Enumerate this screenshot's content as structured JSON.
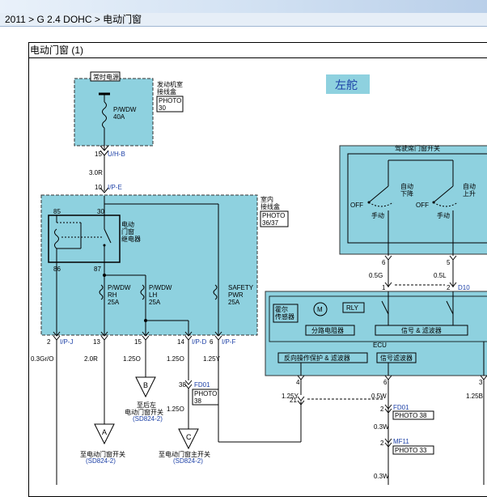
{
  "breadcrumb": "2011 > G 2.4 DOHC > 电动门窗",
  "title": "电动门窗 (1)",
  "side_label": "左舵",
  "engine_box": {
    "header": "常时电源",
    "label_line1": "发动机室",
    "label_line2": "接线盒",
    "photo_line1": "PHOTO",
    "photo_line2": "30",
    "fuse_name": "P/WDW",
    "fuse_rating": "40A"
  },
  "conn_uhb": {
    "pin": "15",
    "name": "U/H-B"
  },
  "wire_30r": "3.0R",
  "conn_ipe": {
    "pin": "10",
    "name": "I/P-E"
  },
  "junction_box": {
    "label_line1": "室内",
    "label_line2": "接线盒",
    "photo_line1": "PHOTO",
    "photo_line2": "36/37",
    "relay_line1": "电动",
    "relay_line2": "门窗",
    "relay_line3": "继电器",
    "pin85": "85",
    "pin30": "30",
    "pin86": "86",
    "pin87": "87",
    "fuse1_line1": "P/WDW",
    "fuse1_line2": "RH",
    "fuse1_line3": "25A",
    "fuse2_line1": "P/WDW",
    "fuse2_line2": "LH",
    "fuse2_line3": "25A",
    "fuse3_line1": "SAFETY",
    "fuse3_line2": "PWR",
    "fuse3_line3": "25A"
  },
  "bottom_pins": {
    "p1": "2",
    "p1_name": "I/P-J",
    "p2": "13",
    "p3": "15",
    "p4": "14",
    "p4_name": "I/P-D",
    "p5": "6",
    "p5_name": "I/P-F"
  },
  "wires": {
    "w1": "0.3Gr/O",
    "w2": "2.0R",
    "w3": "1.25O",
    "w4": "1.25O",
    "w5": "1.25Y",
    "w6": "1.25O"
  },
  "fd01_left": {
    "pin": "38",
    "name": "FD01",
    "photo_line1": "PHOTO",
    "photo_line2": "38"
  },
  "refs": {
    "a_letter": "A",
    "a_line1": "至电动门窗开关",
    "a_line2": "(SD824-2)",
    "b_letter": "B",
    "b_line1": "至后左",
    "b_line2": "电动门窗开关",
    "b_line3": "(SD824-2)",
    "c_letter": "C",
    "c_line1": "至电动门窗主开关",
    "c_line2": "(SD824-2)"
  },
  "driver_switch": {
    "title": "驾驶席门窗开关",
    "off1": "OFF",
    "off2": "OFF",
    "auto_down_1": "自动",
    "auto_down_2": "下降",
    "auto_up_1": "自动",
    "auto_up_2": "上升",
    "manual1": "手动",
    "manual2": "手动"
  },
  "sw_pins": {
    "p6": "6",
    "p5": "5",
    "w_left": "0.5G",
    "w_right": "0.5L",
    "p1": "1",
    "p2": "2",
    "conn": "D10"
  },
  "ecu": {
    "hall_line1": "霍尔",
    "hall_line2": "传感器",
    "motor": "M",
    "rly": "RLY",
    "splitter": "分路电阻器",
    "signal": "信号 & 滤波器",
    "ecu_label": "ECU",
    "reverse": "反向操作保护 & 滤波器",
    "signal_filter": "信号滤波器",
    "pin4": "4",
    "pin6": "6",
    "pin3": "3"
  },
  "right_wires": {
    "w1": "1.25Y",
    "w2": "0.5W",
    "w3": "1.25B",
    "w4": "0.3W",
    "w5": "0.3W"
  },
  "right_conn": {
    "pin21": "21",
    "fd_pin": "2",
    "fd_name": "FD01",
    "fd_photo": "PHOTO 38",
    "mf_pin": "2",
    "mf_name": "MF11",
    "mf_photo": "PHOTO 33"
  },
  "colors": {
    "box_fill": "#8ed1df",
    "wire": "#000000",
    "label_blue": "#1b3fa6"
  }
}
